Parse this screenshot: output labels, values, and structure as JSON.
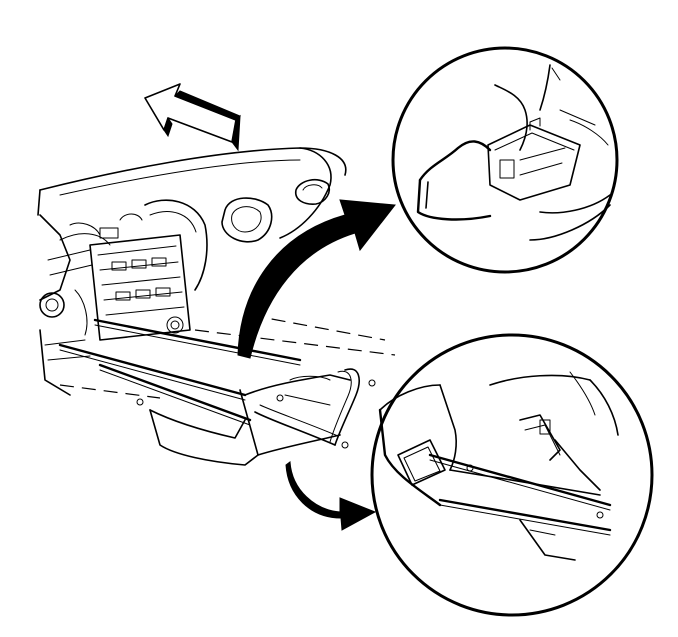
{
  "figure": {
    "background": "#ffffff",
    "ink": "#000000",
    "callouts": [
      {
        "id": "upper-detail",
        "shows": "bracket-and-harness"
      },
      {
        "id": "lower-detail",
        "shows": "lower-panel-frame"
      }
    ],
    "arrows": [
      {
        "id": "direction-arrow",
        "icon": "forward-direction-arrow-icon"
      },
      {
        "id": "upper-curved-arrow",
        "icon": "curved-arrow-icon"
      },
      {
        "id": "lower-curved-arrow",
        "icon": "curved-arrow-icon"
      }
    ]
  }
}
